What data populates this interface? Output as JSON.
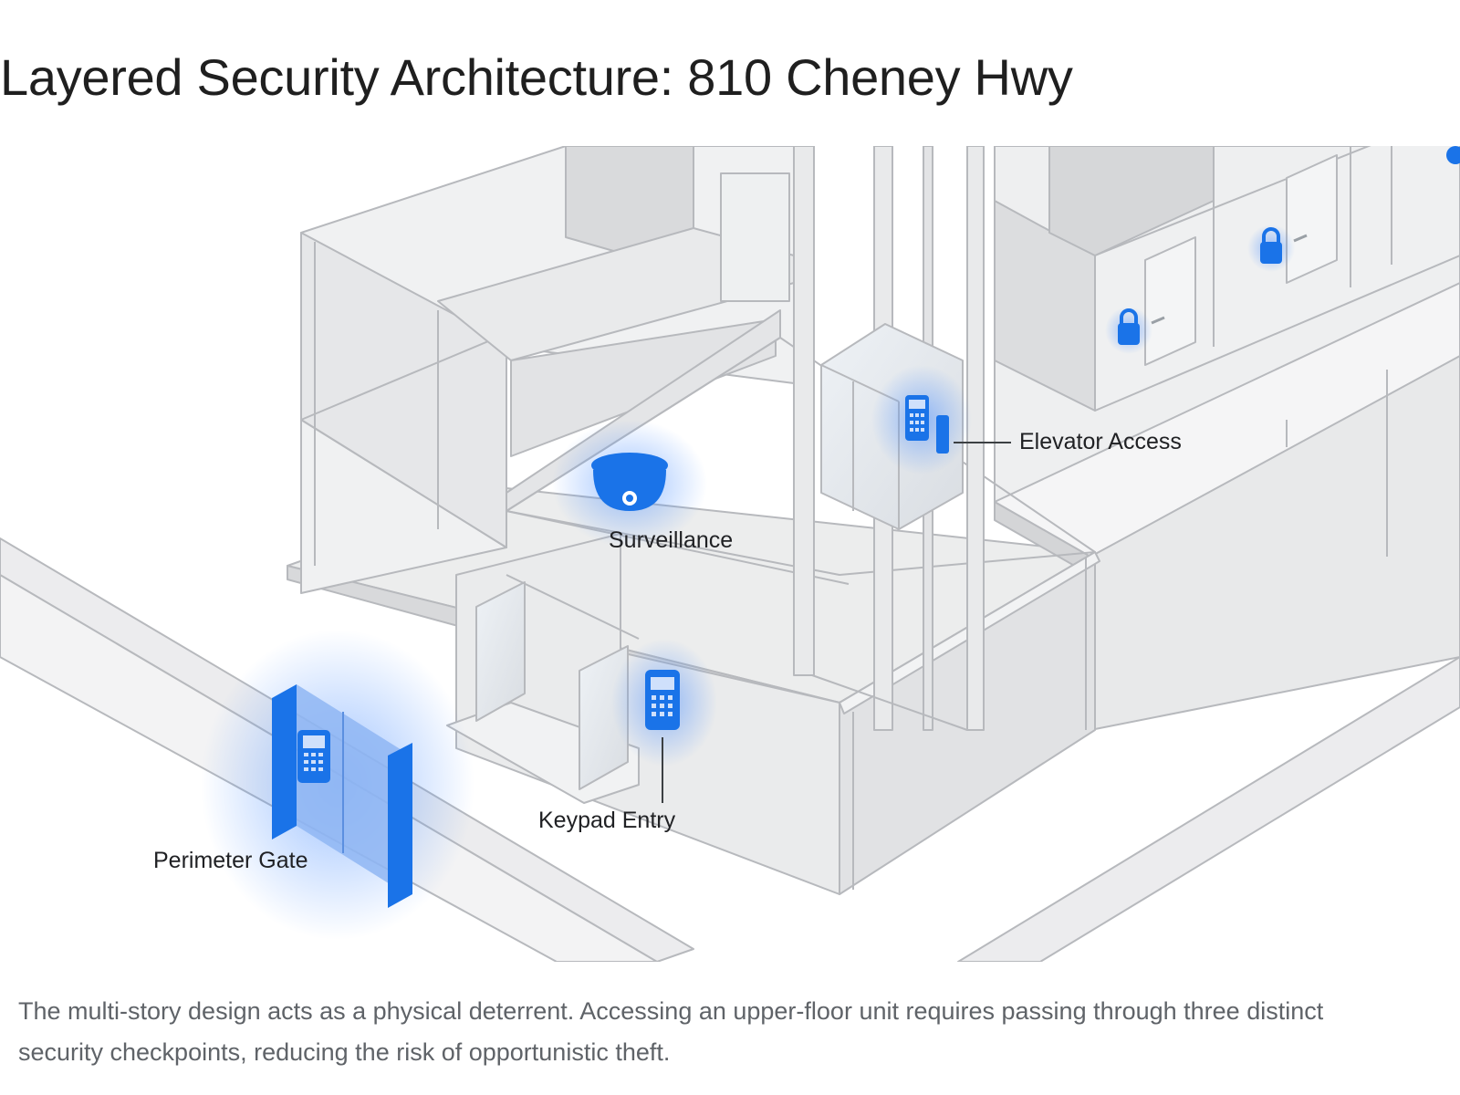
{
  "title": "Layered Security Architecture: 810 Cheney Hwy",
  "labels": {
    "elevator": "Elevator Access",
    "surveillance": "Surveillance",
    "keypad": "Keypad Entry",
    "perimeter": "Perimeter Gate"
  },
  "caption": "The multi-story design acts as a physical deterrent. Accessing an upper-floor unit requires passing through three distinct security checkpoints, reducing the risk of opportunistic theft.",
  "icons": {
    "elevator": "keypad-icon",
    "surveillance": "dome-camera-icon",
    "keypad": "keypad-icon",
    "perimeter": "gate-keypad-icon",
    "units": "padlock-icon"
  },
  "colors": {
    "accent": "#1a73e8",
    "structure": "#e6e7e9",
    "outline": "#b7b9bd"
  }
}
